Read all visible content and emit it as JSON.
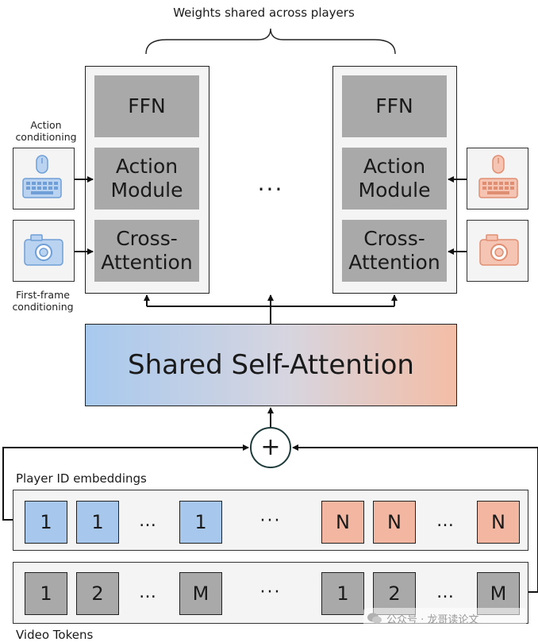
{
  "title": "Weights shared across players",
  "blocks": {
    "ffn": "FFN",
    "action_module": "Action\nModule",
    "cross_attention": "Cross-\nAttention",
    "between_dots": "···"
  },
  "captions": {
    "action_conditioning": "Action\nconditioning",
    "first_frame_conditioning": "First-frame\nconditioning"
  },
  "shared_self_attention": "Shared Self-Attention",
  "plus_symbol": "+",
  "player_id": {
    "label": "Player ID embeddings",
    "tokens": [
      "1",
      "1",
      "…",
      "1",
      "···",
      "N",
      "N",
      "…",
      "N"
    ]
  },
  "video_tokens": {
    "label": "Video Tokens",
    "tokens": [
      "1",
      "2",
      "…",
      "M",
      "···",
      "1",
      "2",
      "…",
      "M"
    ]
  },
  "watermark": "公众号 · 龙哥读论文",
  "colors": {
    "player_blue": "#a7c8ec",
    "player_orange": "#f3b7a1",
    "block_grey": "#a9a9a9"
  },
  "icons": [
    "mouse-keyboard-icon",
    "camera-icon"
  ]
}
